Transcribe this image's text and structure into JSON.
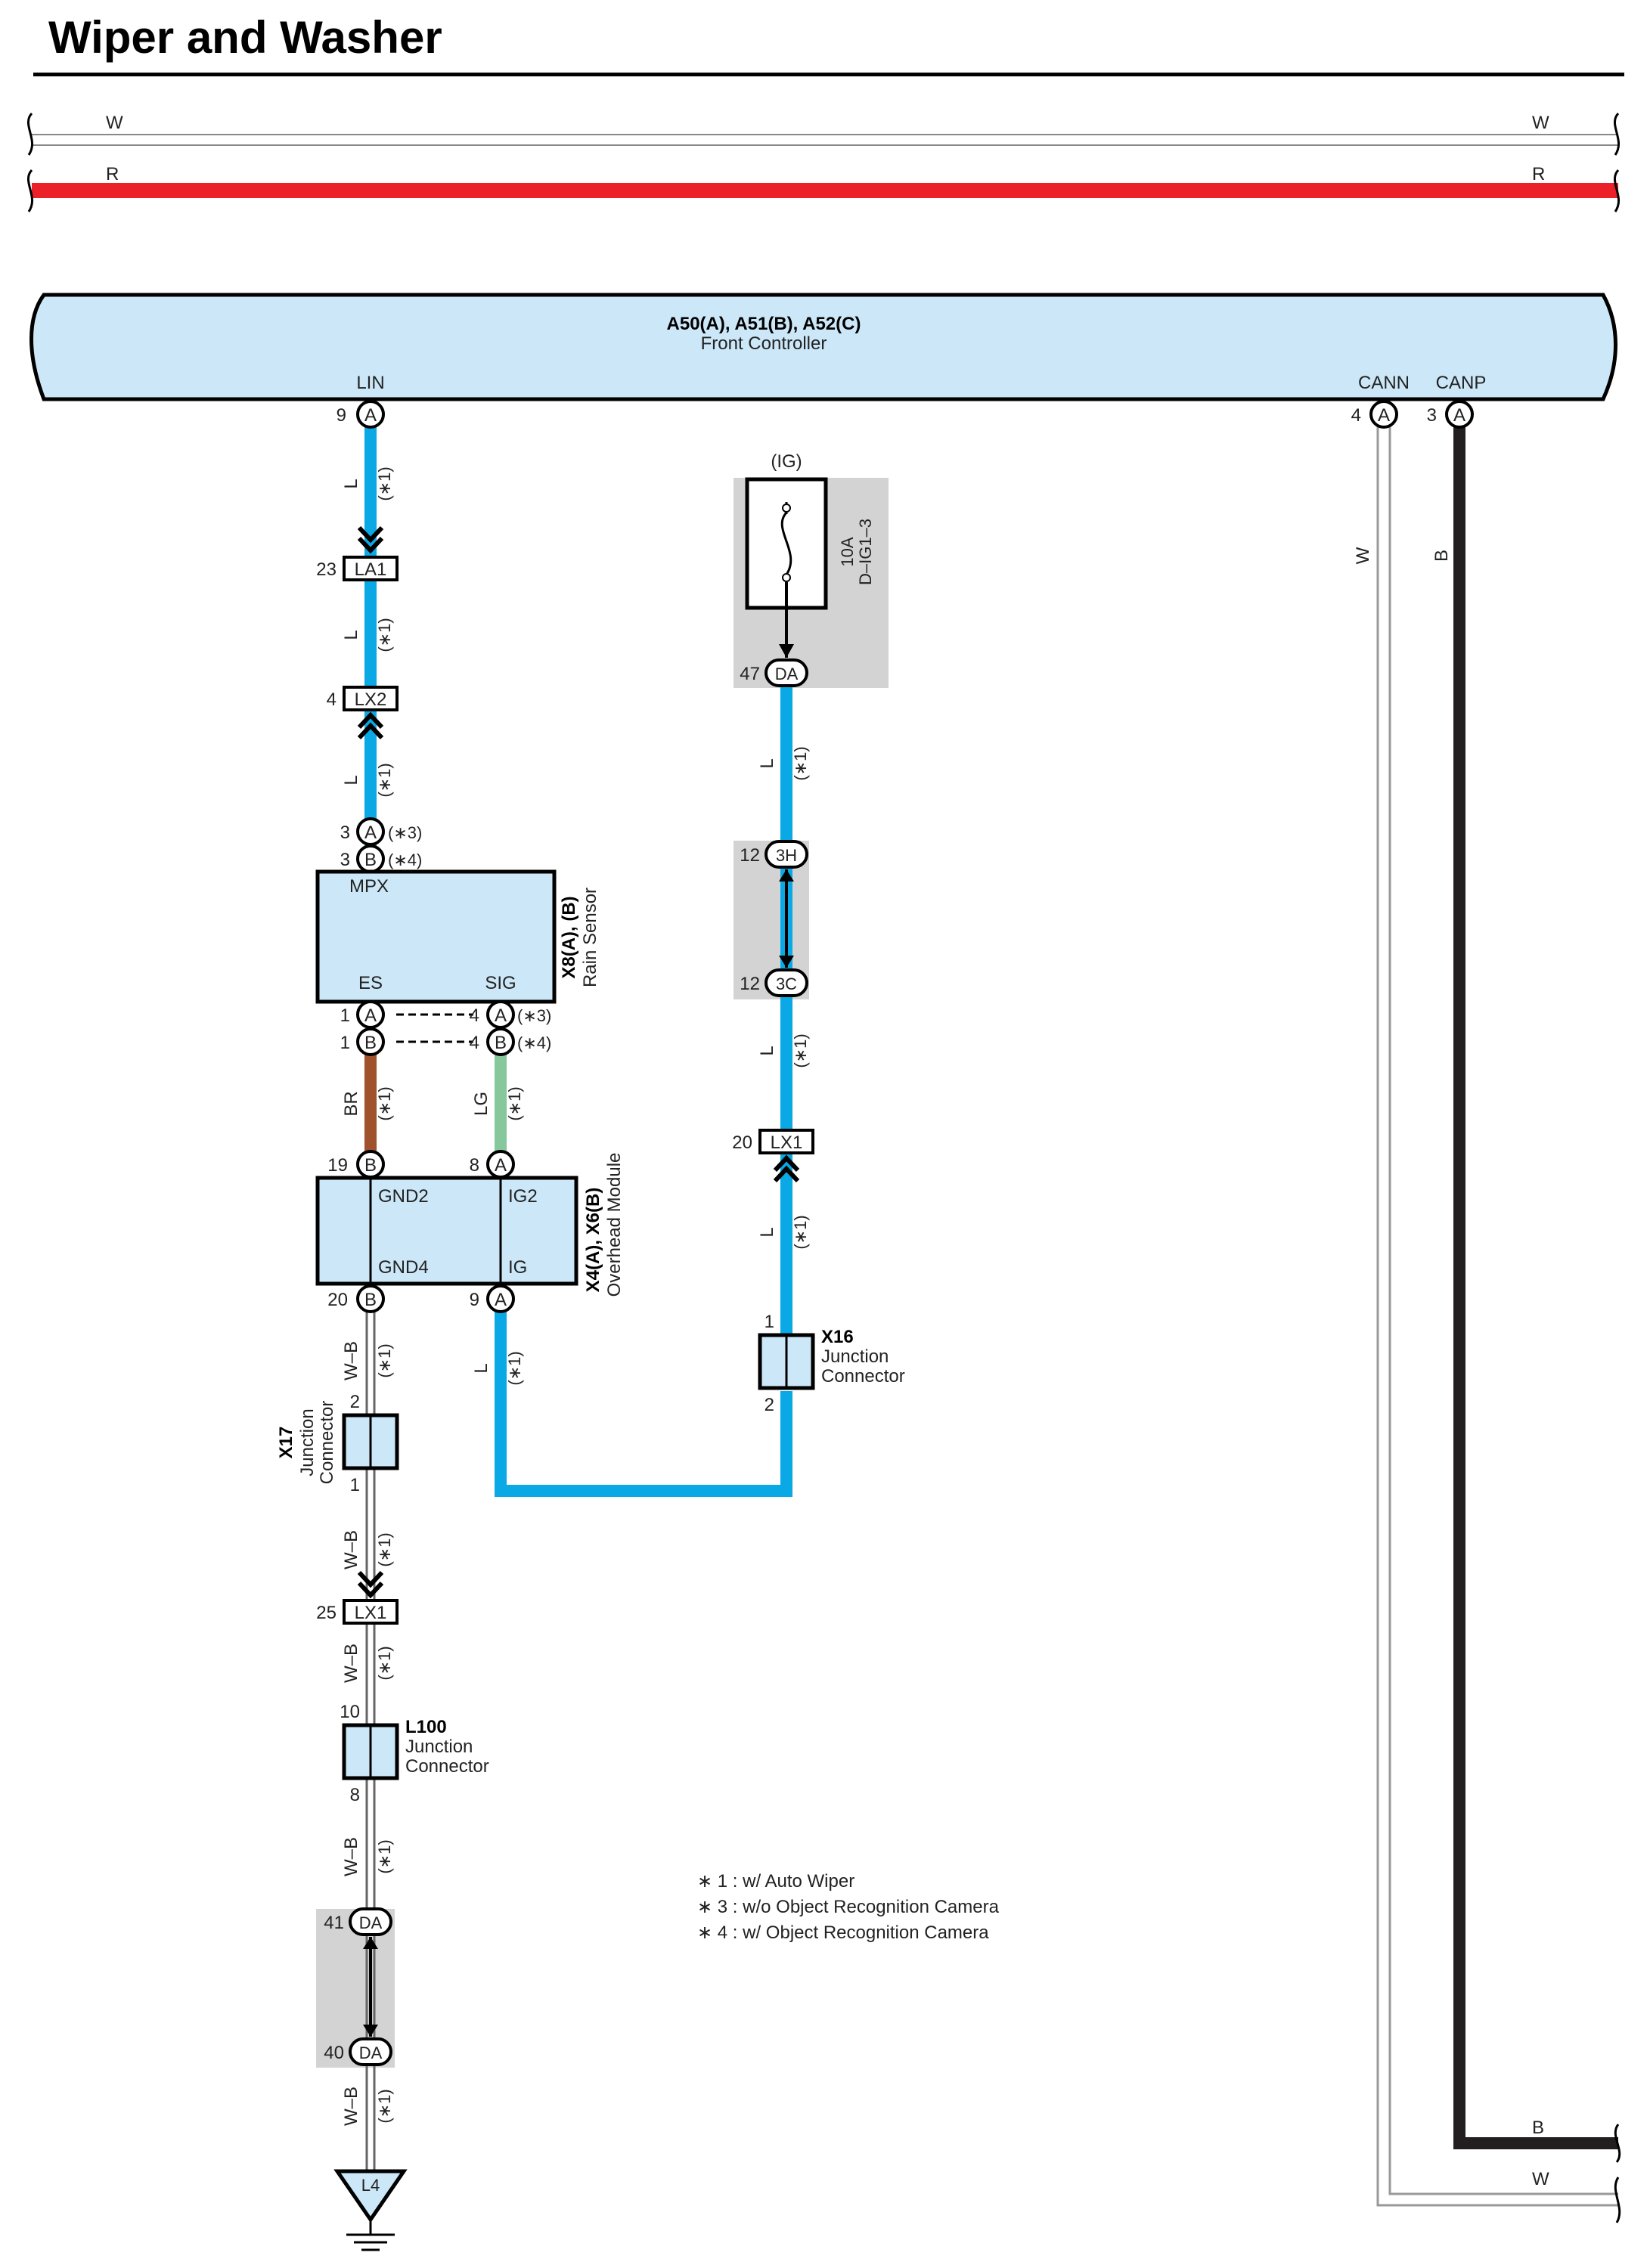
{
  "title": "Wiper and Washer",
  "colors": {
    "L": "#0aa8e4",
    "R": "#ec2028",
    "BR": "#a0522d",
    "LG": "#86c79c",
    "B": "#231f20",
    "connector_fill": "#cce8f8",
    "shade": "#d3d3d3"
  },
  "top_wires": {
    "w_left": "W",
    "w_right": "W",
    "r_left": "R",
    "r_right": "R"
  },
  "front_controller": {
    "id": "A50(A), A51(B), A52(C)",
    "name": "Front Controller",
    "lin": "LIN",
    "cann": "CANN",
    "canp": "CANP",
    "lin_pin": "9",
    "cann_pin": "4",
    "canp_pin": "3",
    "conn_a": "A"
  },
  "note_mark": "(∗1)",
  "wire_codes": {
    "l": "L",
    "br": "BR",
    "lg": "LG",
    "wb": "W–B",
    "w": "W",
    "b": "B"
  },
  "conn_codes": {
    "a": "A",
    "b": "B",
    "da": "DA",
    "h3": "3H",
    "c3": "3C"
  },
  "la1": {
    "id": "LA1",
    "pin": "23"
  },
  "lx2": {
    "id": "LX2",
    "pin": "4"
  },
  "rain_sensor": {
    "id": "X8(A), (B)",
    "name": "Rain Sensor",
    "mpx": "MPX",
    "es": "ES",
    "sig": "SIG",
    "in_pin_a": "3",
    "in_pin_b": "3",
    "in_note_a": "(∗3)",
    "in_note_b": "(∗4)",
    "es_pin_a": "1",
    "es_pin_b": "1",
    "sig_pin_a": "4",
    "sig_pin_b": "4",
    "sig_note_a": "(∗3)",
    "sig_note_b": "(∗4)"
  },
  "overhead_module": {
    "id": "X4(A), X6(B)",
    "name": "Overhead Module",
    "gnd2": "GND2",
    "gnd4": "GND4",
    "ig2": "IG2",
    "ig": "IG",
    "pin19": "19",
    "pin8": "8",
    "pin20": "20",
    "pin9": "9"
  },
  "fuse": {
    "source": "(IG)",
    "rating": "10A",
    "name": "D–IG1–3",
    "pin": "47"
  },
  "conn_3h": {
    "pin": "12"
  },
  "conn_3c": {
    "pin": "12"
  },
  "lx1_right": {
    "id": "LX1",
    "pin": "20"
  },
  "x16": {
    "id": "X16",
    "line1": "Junction",
    "line2": "Connector",
    "pin1": "1",
    "pin2": "2"
  },
  "x17": {
    "id": "X17",
    "line1": "Junction",
    "line2": "Connector",
    "pin1": "2",
    "pin2": "1"
  },
  "lx1_left": {
    "id": "LX1",
    "pin": "25"
  },
  "l100": {
    "id": "L100",
    "line1": "Junction",
    "line2": "Connector",
    "pin1": "10",
    "pin2": "8"
  },
  "da_top": {
    "pin": "41"
  },
  "da_bottom": {
    "pin": "40"
  },
  "ground": {
    "id": "L4"
  },
  "notes": [
    "∗ 1 : w/ Auto Wiper",
    "∗ 3 : w/o Object Recognition Camera",
    "∗ 4 : w/ Object Recognition Camera"
  ],
  "bottom_right": {
    "b": "B",
    "w": "W"
  }
}
